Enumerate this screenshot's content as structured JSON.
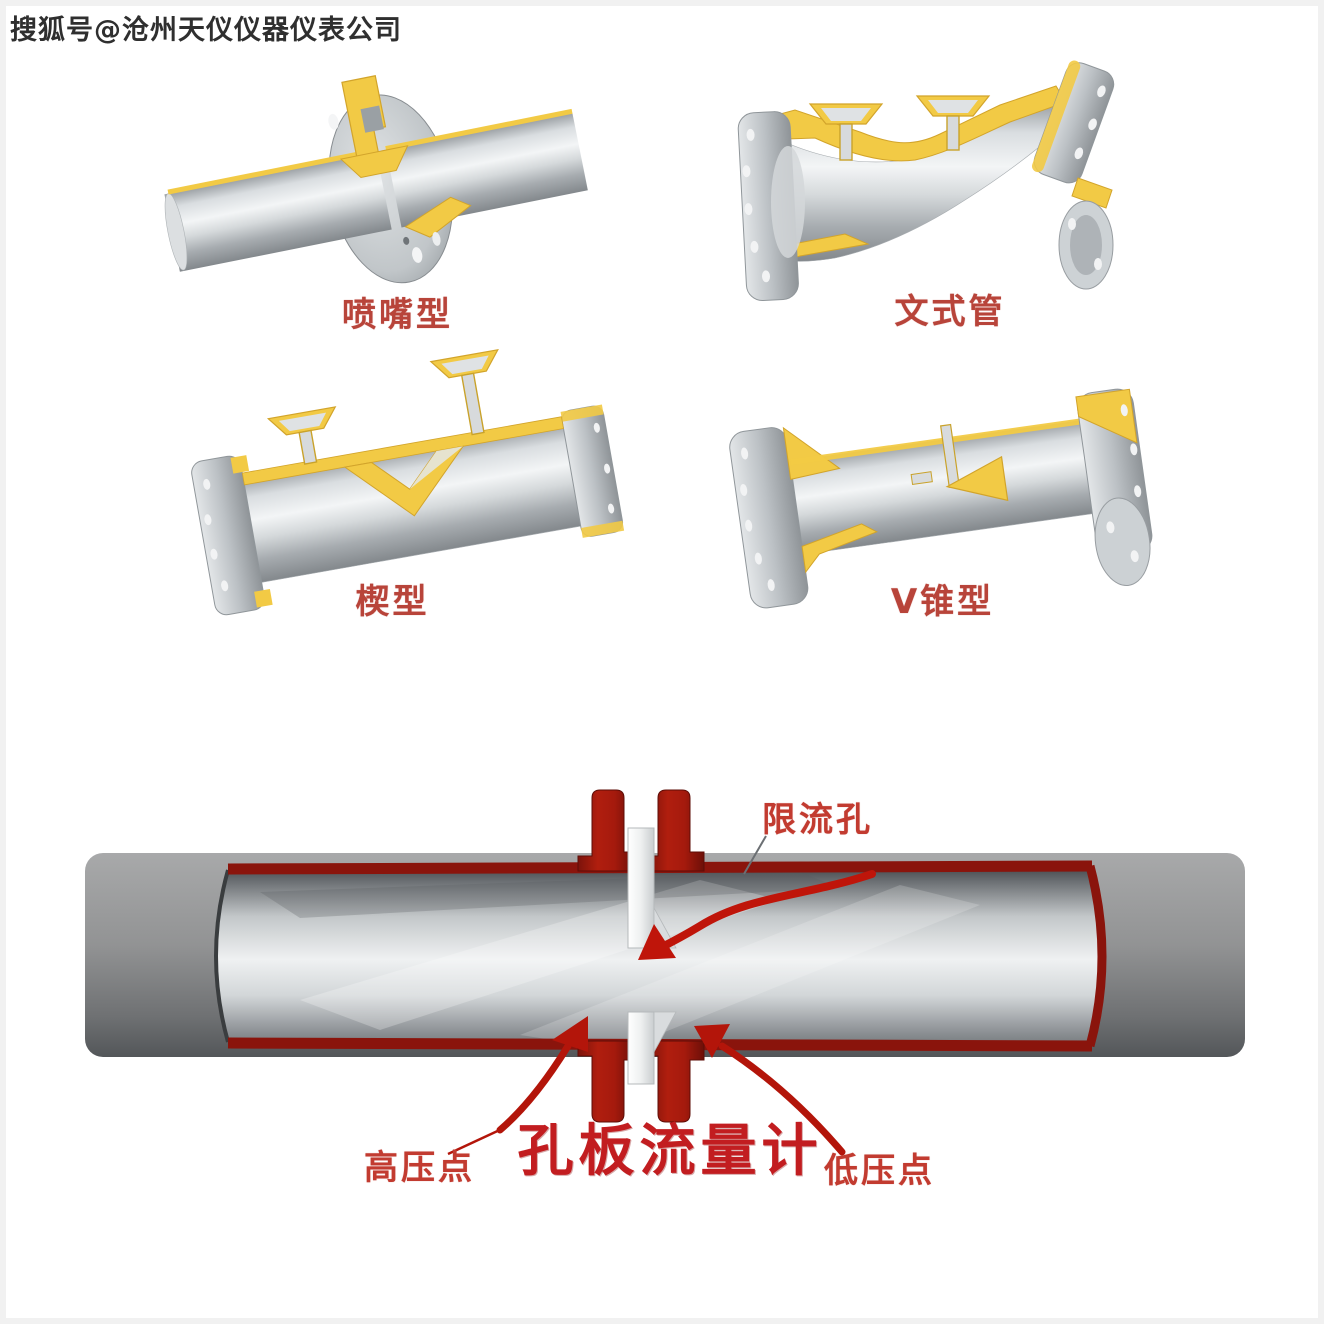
{
  "watermark": "搜狐号@沧州天仪仪器仪表公司",
  "device_labels": {
    "nozzle": "喷嘴型",
    "venturi": "文式管",
    "wedge": "楔型",
    "v_cone": "V锥型"
  },
  "orifice": {
    "title": "孔板流量计",
    "restriction_orifice": "限流孔",
    "high_pressure_point": "高压点",
    "low_pressure_point": "低压点"
  },
  "colors": {
    "label_red": "#b8443a",
    "title_red": "#c21d20",
    "flange_red": "#a81b0d",
    "rim_red": "#8a140c",
    "arrow_red": "#bf150a",
    "section_yellow": "#f2ca45",
    "steel_light": "#f3f5f6",
    "steel_dark": "#83888c"
  }
}
